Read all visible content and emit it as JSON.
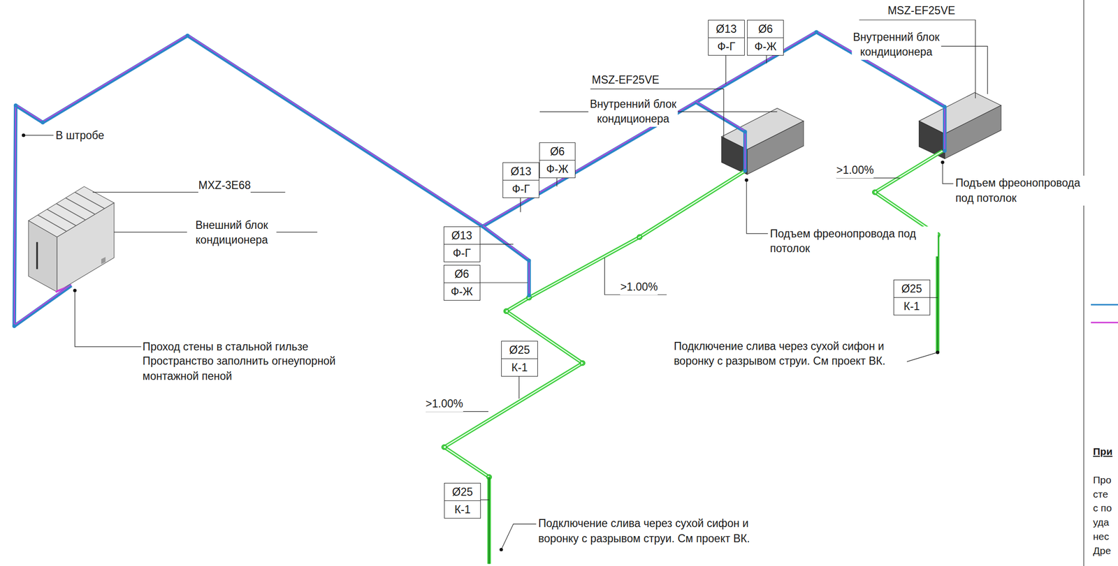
{
  "diagram": {
    "nodes": [
      {
        "text": [
          "Ø13",
          "Ф-Г"
        ]
      },
      {
        "text": [
          "Ø6",
          "Ф-Ж"
        ]
      },
      {
        "text": [
          "Ø6",
          "Ф-Ж"
        ]
      },
      {
        "text": [
          "Ø13",
          "Ф-Г"
        ]
      },
      {
        "text": [
          "Ø13",
          "Ф-Г"
        ]
      },
      {
        "text": [
          "Ø6",
          "Ф-Ж"
        ]
      },
      {
        "text": [
          "Ø25",
          "К-1"
        ]
      },
      {
        "text": [
          "Ø25",
          "К-1"
        ]
      },
      {
        "text": [
          "Ø25",
          "К-1"
        ]
      }
    ],
    "labels": [
      "В штробе",
      "MXZ-3E68",
      "Внешний блок кондиционера",
      "MSZ-EF25VE",
      "Внутренний блок кондиционера",
      "MSZ-EF25VE",
      "Внутренний блок кондиционера",
      ">1.00%",
      "Подъем фреонопровода под потолок",
      "Подъем фреонопровода под потолок",
      ">1.00%",
      "Подключение слива через сухой сифон и воронку с разрывом струи. См проект ВК.",
      "Проход стены в стальной гильзе",
      "Пространство заполнить огнеупорной монтажной пеной",
      ">1.00%",
      "Подключение слива через сухой сифон и воронку с разрывом струи. См проект ВК.",
      "При",
      "Про",
      "сте",
      "с по",
      "уда",
      "нес",
      "Дре"
    ]
  }
}
